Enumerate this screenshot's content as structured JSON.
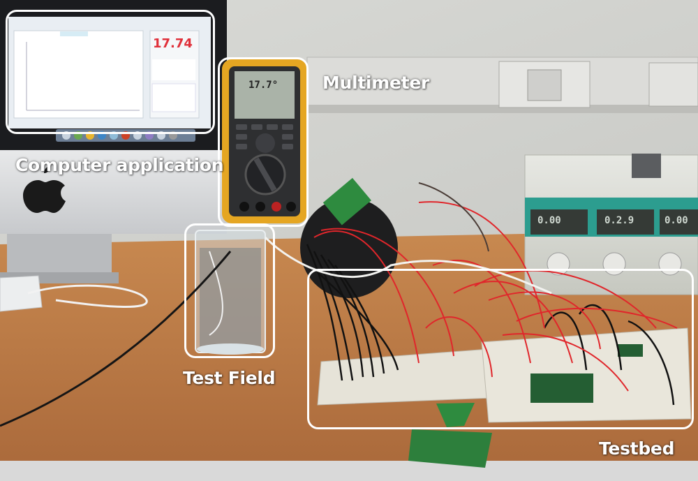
{
  "labels": {
    "computer_application": "Computer application",
    "multimeter": "Multimeter",
    "test_field": "Test Field",
    "testbed": "Testbed"
  },
  "screen": {
    "reading": "17.74"
  },
  "multimeter_display": {
    "reading": "17.7°"
  },
  "psu_display": {
    "left": "0.00",
    "middle": "0.2.9",
    "right": "0.00"
  },
  "colors": {
    "callout": "#ffffff",
    "screen_reading": "#e0303a",
    "desk": "#b8733e"
  }
}
